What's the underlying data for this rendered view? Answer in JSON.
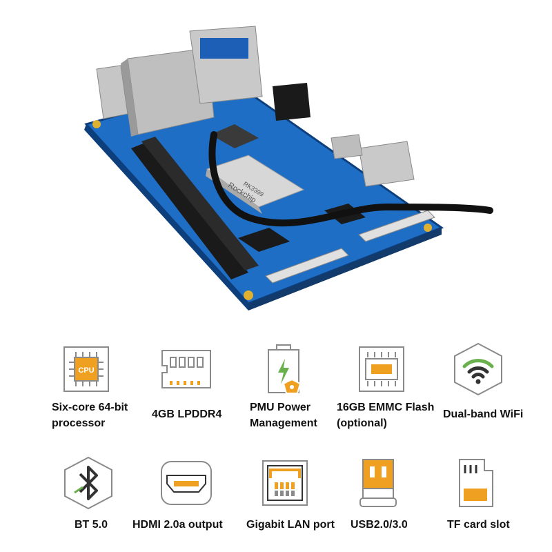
{
  "board": {
    "chip_brand": "Rockchip",
    "chip_model": "RK3399"
  },
  "features": [
    {
      "icon": "cpu-icon",
      "icon_text": "CPU",
      "line1": "Six-core 64-bit",
      "line2": "processor"
    },
    {
      "icon": "ram-icon",
      "line1": "4GB LPDDR4",
      "line2": ""
    },
    {
      "icon": "power-battery-icon",
      "line1": "PMU Power",
      "line2": "Management"
    },
    {
      "icon": "emmc-icon",
      "line1": "16GB EMMC Flash",
      "line2": "(optional)"
    },
    {
      "icon": "wifi-icon",
      "line1": "Dual-band WiFi",
      "line2": ""
    },
    {
      "icon": "bluetooth-icon",
      "line1": "BT 5.0",
      "line2": ""
    },
    {
      "icon": "hdmi-icon",
      "line1": "HDMI 2.0a output",
      "line2": ""
    },
    {
      "icon": "lan-port-icon",
      "line1": "Gigabit LAN port",
      "line2": ""
    },
    {
      "icon": "usb-icon",
      "line1": "USB2.0/3.0",
      "line2": ""
    },
    {
      "icon": "tf-card-icon",
      "line1": "TF card slot",
      "line2": ""
    }
  ],
  "colors": {
    "accent": "#f0a020",
    "icon_stroke": "#8a8a8a",
    "pcb_blue": "#1e6fc8",
    "wifi_green": "#6ab04c"
  }
}
